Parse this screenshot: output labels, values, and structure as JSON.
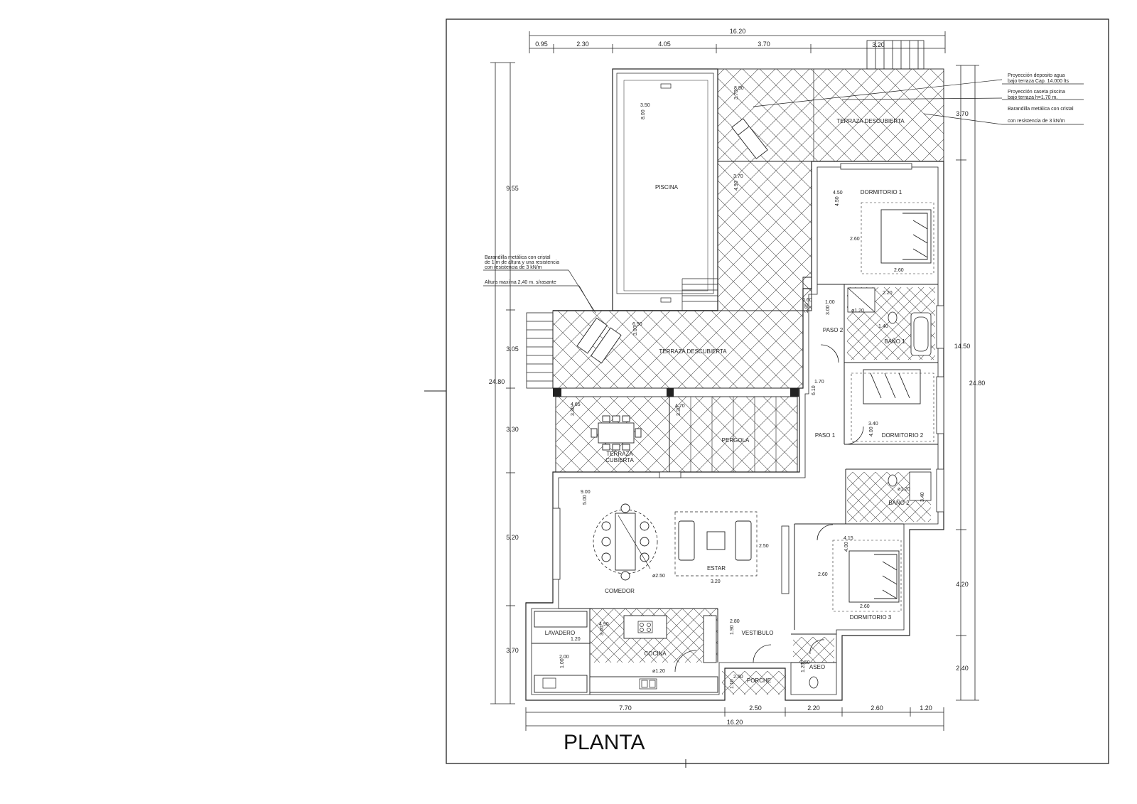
{
  "title": "PLANTA",
  "dimensions": {
    "top_total": "16.20",
    "top_segments": [
      "0.95",
      "2.30",
      "4.05",
      "3.70",
      "3.20"
    ],
    "bottom_total": "16.20",
    "bottom_segments": [
      "7.70",
      "2.50",
      "2.20",
      "2.60",
      "1.20"
    ],
    "left_total": "24.80",
    "left_segments": [
      "9.55",
      "3.05",
      "3.30",
      "5.20",
      "3.70"
    ],
    "right_total": "24.80",
    "right_segments": [
      "3.70",
      "14.50",
      "4.20",
      "2.40"
    ]
  },
  "notes": {
    "deposito_1": "Proyección deposito agua",
    "deposito_2": "bajo terraza Cap. 14.000 lts",
    "caseta_1": "Proyección caseta piscina",
    "caseta_2": "bajo terraza h=1.70 m.",
    "barandilla_r1": "Barandilla metálica con cristal",
    "barandilla_r2": "con resistencia de 3 kN/m",
    "barandilla_l1": "Barandilla metálica con cristal",
    "barandilla_l2": "de 1 m de altura y una resistencia",
    "barandilla_l3": "con resistencia de 3 kN/m",
    "altura": "Altura maxima 2,40 m. s/rasante"
  },
  "rooms": {
    "piscina": "PISCINA",
    "terraza_descubierta_top": "TERRAZA DESCUBIERTA",
    "terraza_descubierta_mid": "TERRAZA DESCUBIERTA",
    "terraza_cubierta_1": "TERRAZA",
    "terraza_cubierta_2": "CUBIERTA",
    "pergola": "PERGOLA",
    "dormitorio_1": "DORMITORIO 1",
    "dormitorio_2": "DORMITORIO 2",
    "dormitorio_3": "DORMITORIO 3",
    "paso_1": "PASO 1",
    "paso_2": "PASO 2",
    "bano_1": "BAÑO 1",
    "bano_2": "BAÑO 2",
    "comedor": "COMEDOR",
    "estar": "ESTAR",
    "cocina": "COCINA",
    "lavadero": "LAVADERO",
    "vestibulo": "VESTIBULO",
    "porche": "PORCHE",
    "aseo": "ASEO"
  },
  "room_dims": {
    "piscina_a": "3.50",
    "piscina_b": "8.00",
    "terraza_top_a": "8.90",
    "terraza_top_b": "3.70",
    "terraza_lower_a": "3.70",
    "terraza_lower_b": "4.90",
    "terraza_mid_a": "6.50",
    "terraza_mid_b": "3.00",
    "terraza_cub_a": "4.65",
    "terraza_cub_b": "3.30",
    "pergola_a": "4.70",
    "pergola_b": "3.30",
    "dorm1_a": "4.50",
    "dorm1_b": "4.50",
    "dorm1_bed_h": "2.60",
    "dorm1_bed_w": "2.60",
    "paso2_a": "0.60",
    "paso2_b": "2.85",
    "paso2_c": "1.00",
    "paso2_d": "3.00",
    "bano1_a": "2.20",
    "bano1_b": "ø1.20",
    "bano1_c": "1.40",
    "paso1_a": "6.10",
    "paso1_b": "1.70",
    "dorm2_a": "3.40",
    "dorm2_b": "4.00",
    "bano2_a": "ø1.20",
    "bano2_b": "3.40",
    "comedor_a": "9.00",
    "comedor_b": "5.00",
    "comedor_diam": "ø2.50",
    "estar_h": "2.50",
    "estar_w": "3.20",
    "dorm3_a": "4.15",
    "dorm3_b": "4.00",
    "dorm3_h": "2.60",
    "dorm3_w": "2.60",
    "cocina_a": "4.90",
    "cocina_b": "3.00",
    "cocina_diam": "ø1.20",
    "lavadero_a": "1.20",
    "lavadero_b": "2.00",
    "lavadero_c": "1.00",
    "vestibulo_a": "2.80",
    "vestibulo_b": "1.90",
    "porche_a": "2.50",
    "porche_b": "1.10",
    "aseo_a": "1.50",
    "aseo_b": "1.20"
  },
  "colors": {
    "line": "#222222",
    "hatch": "#555555",
    "paper": "#ffffff"
  }
}
